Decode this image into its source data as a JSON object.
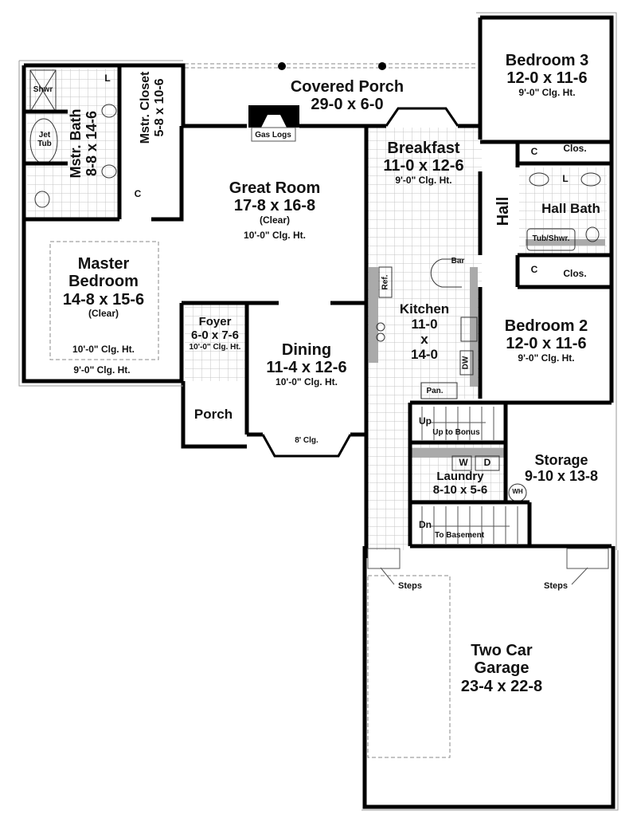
{
  "rooms": {
    "covered_porch": {
      "name": "Covered Porch",
      "size": "29-0 x 6-0"
    },
    "gas_logs": "Gas Logs",
    "master_bath": {
      "name": "Mstr. Bath",
      "size": "8-8 x 14-6"
    },
    "master_closet": {
      "name": "Mstr. Closet",
      "size": "5-8 x 10-6"
    },
    "shower": "Shwr",
    "jet_tub": "Jet Tub",
    "lav": "L",
    "closet_c": "C",
    "great_room": {
      "name": "Great Room",
      "size": "17-8 x 16-8",
      "note": "(Clear)",
      "ceiling": "10'-0\" Clg. Ht."
    },
    "master_bedroom": {
      "name": "Master",
      "name2": "Bedroom",
      "size": "14-8 x 15-6",
      "note": "(Clear)",
      "ceiling": "10'-0\" Clg. Ht.",
      "ceiling2": "9'-0\" Clg. Ht."
    },
    "foyer": {
      "name": "Foyer",
      "size": "6-0 x 7-6",
      "ceiling": "10'-0\" Clg. Ht."
    },
    "porch": {
      "name": "Porch"
    },
    "dining": {
      "name": "Dining",
      "size": "11-4 x 12-6",
      "ceiling": "10'-0\" Clg. Ht.",
      "bay": "8' Clg."
    },
    "breakfast": {
      "name": "Breakfast",
      "size": "11-0 x 12-6",
      "ceiling": "9'-0\" Clg. Ht."
    },
    "kitchen": {
      "name": "Kitchen",
      "size1": "11-0",
      "x": "x",
      "size2": "14-0",
      "bar": "Bar",
      "ref": "Ref.",
      "dw": "DW",
      "pantry": "Pan."
    },
    "bedroom3": {
      "name": "Bedroom 3",
      "size": "12-0 x 11-6",
      "ceiling": "9'-0\" Clg. Ht."
    },
    "bedroom2": {
      "name": "Bedroom 2",
      "size": "12-0 x 11-6",
      "ceiling": "9'-0\" Clg. Ht."
    },
    "hall": "Hall",
    "hall_bath": {
      "name": "Hall Bath",
      "tub": "Tub/Shwr.",
      "lav": "L"
    },
    "closets": "Clos.",
    "stairs_up": {
      "label": "Up",
      "note": "Up to Bonus"
    },
    "stairs_down": {
      "label": "Dn",
      "note": "To Basement"
    },
    "laundry": {
      "name": "Laundry",
      "size": "8-10 x 5-6",
      "washer": "W",
      "dryer": "D"
    },
    "water_heater": "WH",
    "storage": {
      "name": "Storage",
      "size": "9-10 x 13-8"
    },
    "steps": "Steps",
    "garage": {
      "name": "Two Car",
      "name2": "Garage",
      "size": "23-4 x 22-8"
    }
  },
  "colors": {
    "wall": "#000000",
    "tile_grid": "#bbbbbb",
    "counter": "#aaaaaa"
  }
}
